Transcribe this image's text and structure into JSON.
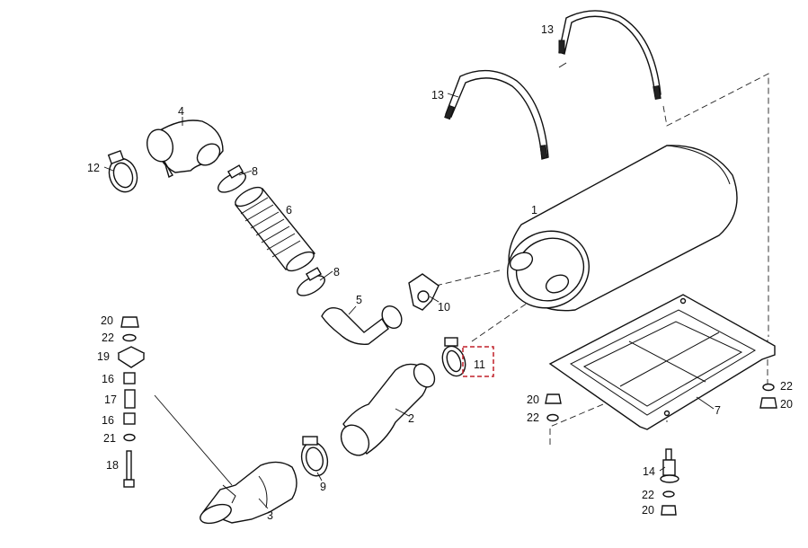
{
  "diagram": {
    "callouts": [
      {
        "id": "c1",
        "text": "1"
      },
      {
        "id": "c2",
        "text": "2"
      },
      {
        "id": "c3",
        "text": "3"
      },
      {
        "id": "c4",
        "text": "4"
      },
      {
        "id": "c5",
        "text": "5"
      },
      {
        "id": "c6",
        "text": "6"
      },
      {
        "id": "c7",
        "text": "7"
      },
      {
        "id": "c8a",
        "text": "8"
      },
      {
        "id": "c8b",
        "text": "8"
      },
      {
        "id": "c9",
        "text": "9"
      },
      {
        "id": "c10",
        "text": "10"
      },
      {
        "id": "c11",
        "text": "11"
      },
      {
        "id": "c12",
        "text": "12"
      },
      {
        "id": "c13a",
        "text": "13"
      },
      {
        "id": "c13b",
        "text": "13"
      },
      {
        "id": "c14",
        "text": "14"
      },
      {
        "id": "c16a",
        "text": "16"
      },
      {
        "id": "c16b",
        "text": "16"
      },
      {
        "id": "c17",
        "text": "17"
      },
      {
        "id": "c18",
        "text": "18"
      },
      {
        "id": "c19",
        "text": "19"
      },
      {
        "id": "c20a",
        "text": "20"
      },
      {
        "id": "c20b",
        "text": "20"
      },
      {
        "id": "c20c",
        "text": "20"
      },
      {
        "id": "c20d",
        "text": "20"
      },
      {
        "id": "c21",
        "text": "21"
      },
      {
        "id": "c22a",
        "text": "22"
      },
      {
        "id": "c22b",
        "text": "22"
      },
      {
        "id": "c22c",
        "text": "22"
      },
      {
        "id": "c22d",
        "text": "22"
      }
    ],
    "highlighted_callout": "11",
    "highlight_color": "#c0202a"
  }
}
